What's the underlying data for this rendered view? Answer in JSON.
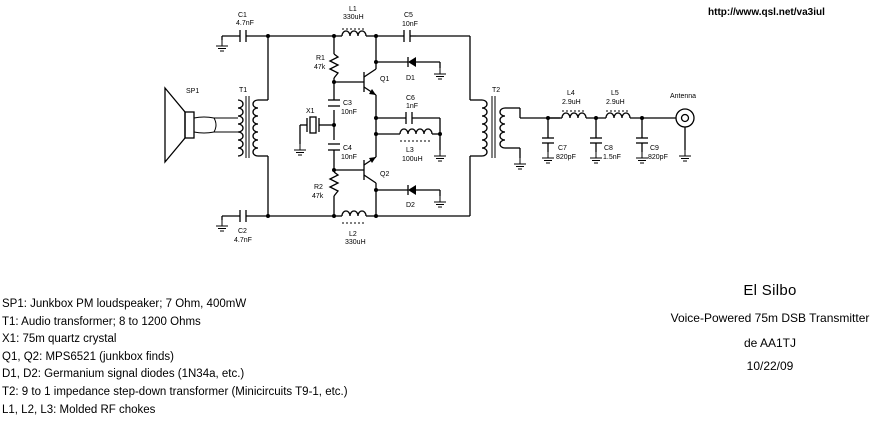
{
  "url": "http://www.qsl.net/va3iul",
  "labels": {
    "c1": "C1",
    "c1_val": "4.7nF",
    "c2": "C2",
    "c2_val": "4.7nF",
    "l1": "L1",
    "l1_val": "330uH",
    "l2": "L2",
    "l2_val": "330uH",
    "c5": "C5",
    "c5_val": "10nF",
    "sp1": "SP1",
    "t1": "T1",
    "r1": "R1",
    "r1_val": "47k",
    "r2": "R2",
    "r2_val": "47k",
    "q1": "Q1",
    "q2": "Q2",
    "d1": "D1",
    "d2": "D2",
    "x1": "X1",
    "c3": "C3",
    "c3_val": "10nF",
    "c4": "C4",
    "c4_val": "10nF",
    "c6": "C6",
    "c6_val": "1nF",
    "l3": "L3",
    "l3_val": "100uH",
    "t2": "T2",
    "l4": "L4",
    "l4_val": "2.9uH",
    "l5": "L5",
    "l5_val": "2.9uH",
    "c7": "C7",
    "c7_val": "820pF",
    "c8": "C8",
    "c8_val": "1.5nF",
    "c9": "C9",
    "c9_val": "820pF",
    "antenna": "Antenna"
  },
  "parts_list": [
    "SP1: Junkbox PM loudspeaker; 7 Ohm, 400mW",
    "T1: Audio transformer; 8 to 1200 Ohms",
    "X1: 75m quartz crystal",
    "Q1, Q2: MPS6521 (junkbox finds)",
    "D1, D2: Germanium signal diodes (1N34a, etc.)",
    "T2: 9 to 1 impedance step-down transformer (Minicircuits T9-1, etc.)",
    "L1, L2, L3: Molded RF chokes"
  ],
  "title_block": {
    "title": "El Silbo",
    "subtitle": "Voice-Powered 75m DSB Transmitter",
    "author": "de AA1TJ",
    "date": "10/22/09"
  }
}
